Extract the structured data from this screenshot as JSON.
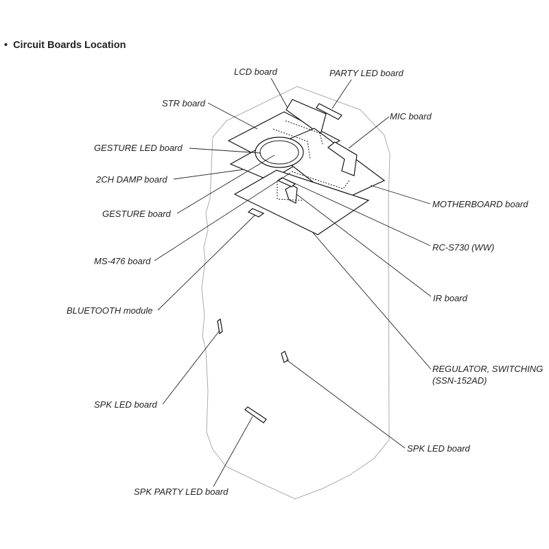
{
  "title": "Circuit Boards Location",
  "labels": {
    "lcd_board": "LCD board",
    "party_led_board": "PARTY LED board",
    "str_board": "STR board",
    "mic_board": "MIC board",
    "gesture_led_board": "GESTURE LED board",
    "two_ch_damp_board": "2CH DAMP board",
    "gesture_board": "GESTURE board",
    "motherboard_board": "MOTHERBOARD board",
    "ms476_board": "MS-476 board",
    "rc_s730": "RC-S730 (WW)",
    "bluetooth_module": "BLUETOOTH module",
    "ir_board": "IR board",
    "regulator_line1": "REGULATOR, SWITCHING",
    "regulator_line2": "(SSN-152AD)",
    "spk_led_board_left": "SPK LED board",
    "spk_led_board_right": "SPK LED board",
    "spk_party_led_board": "SPK PARTY LED board"
  }
}
